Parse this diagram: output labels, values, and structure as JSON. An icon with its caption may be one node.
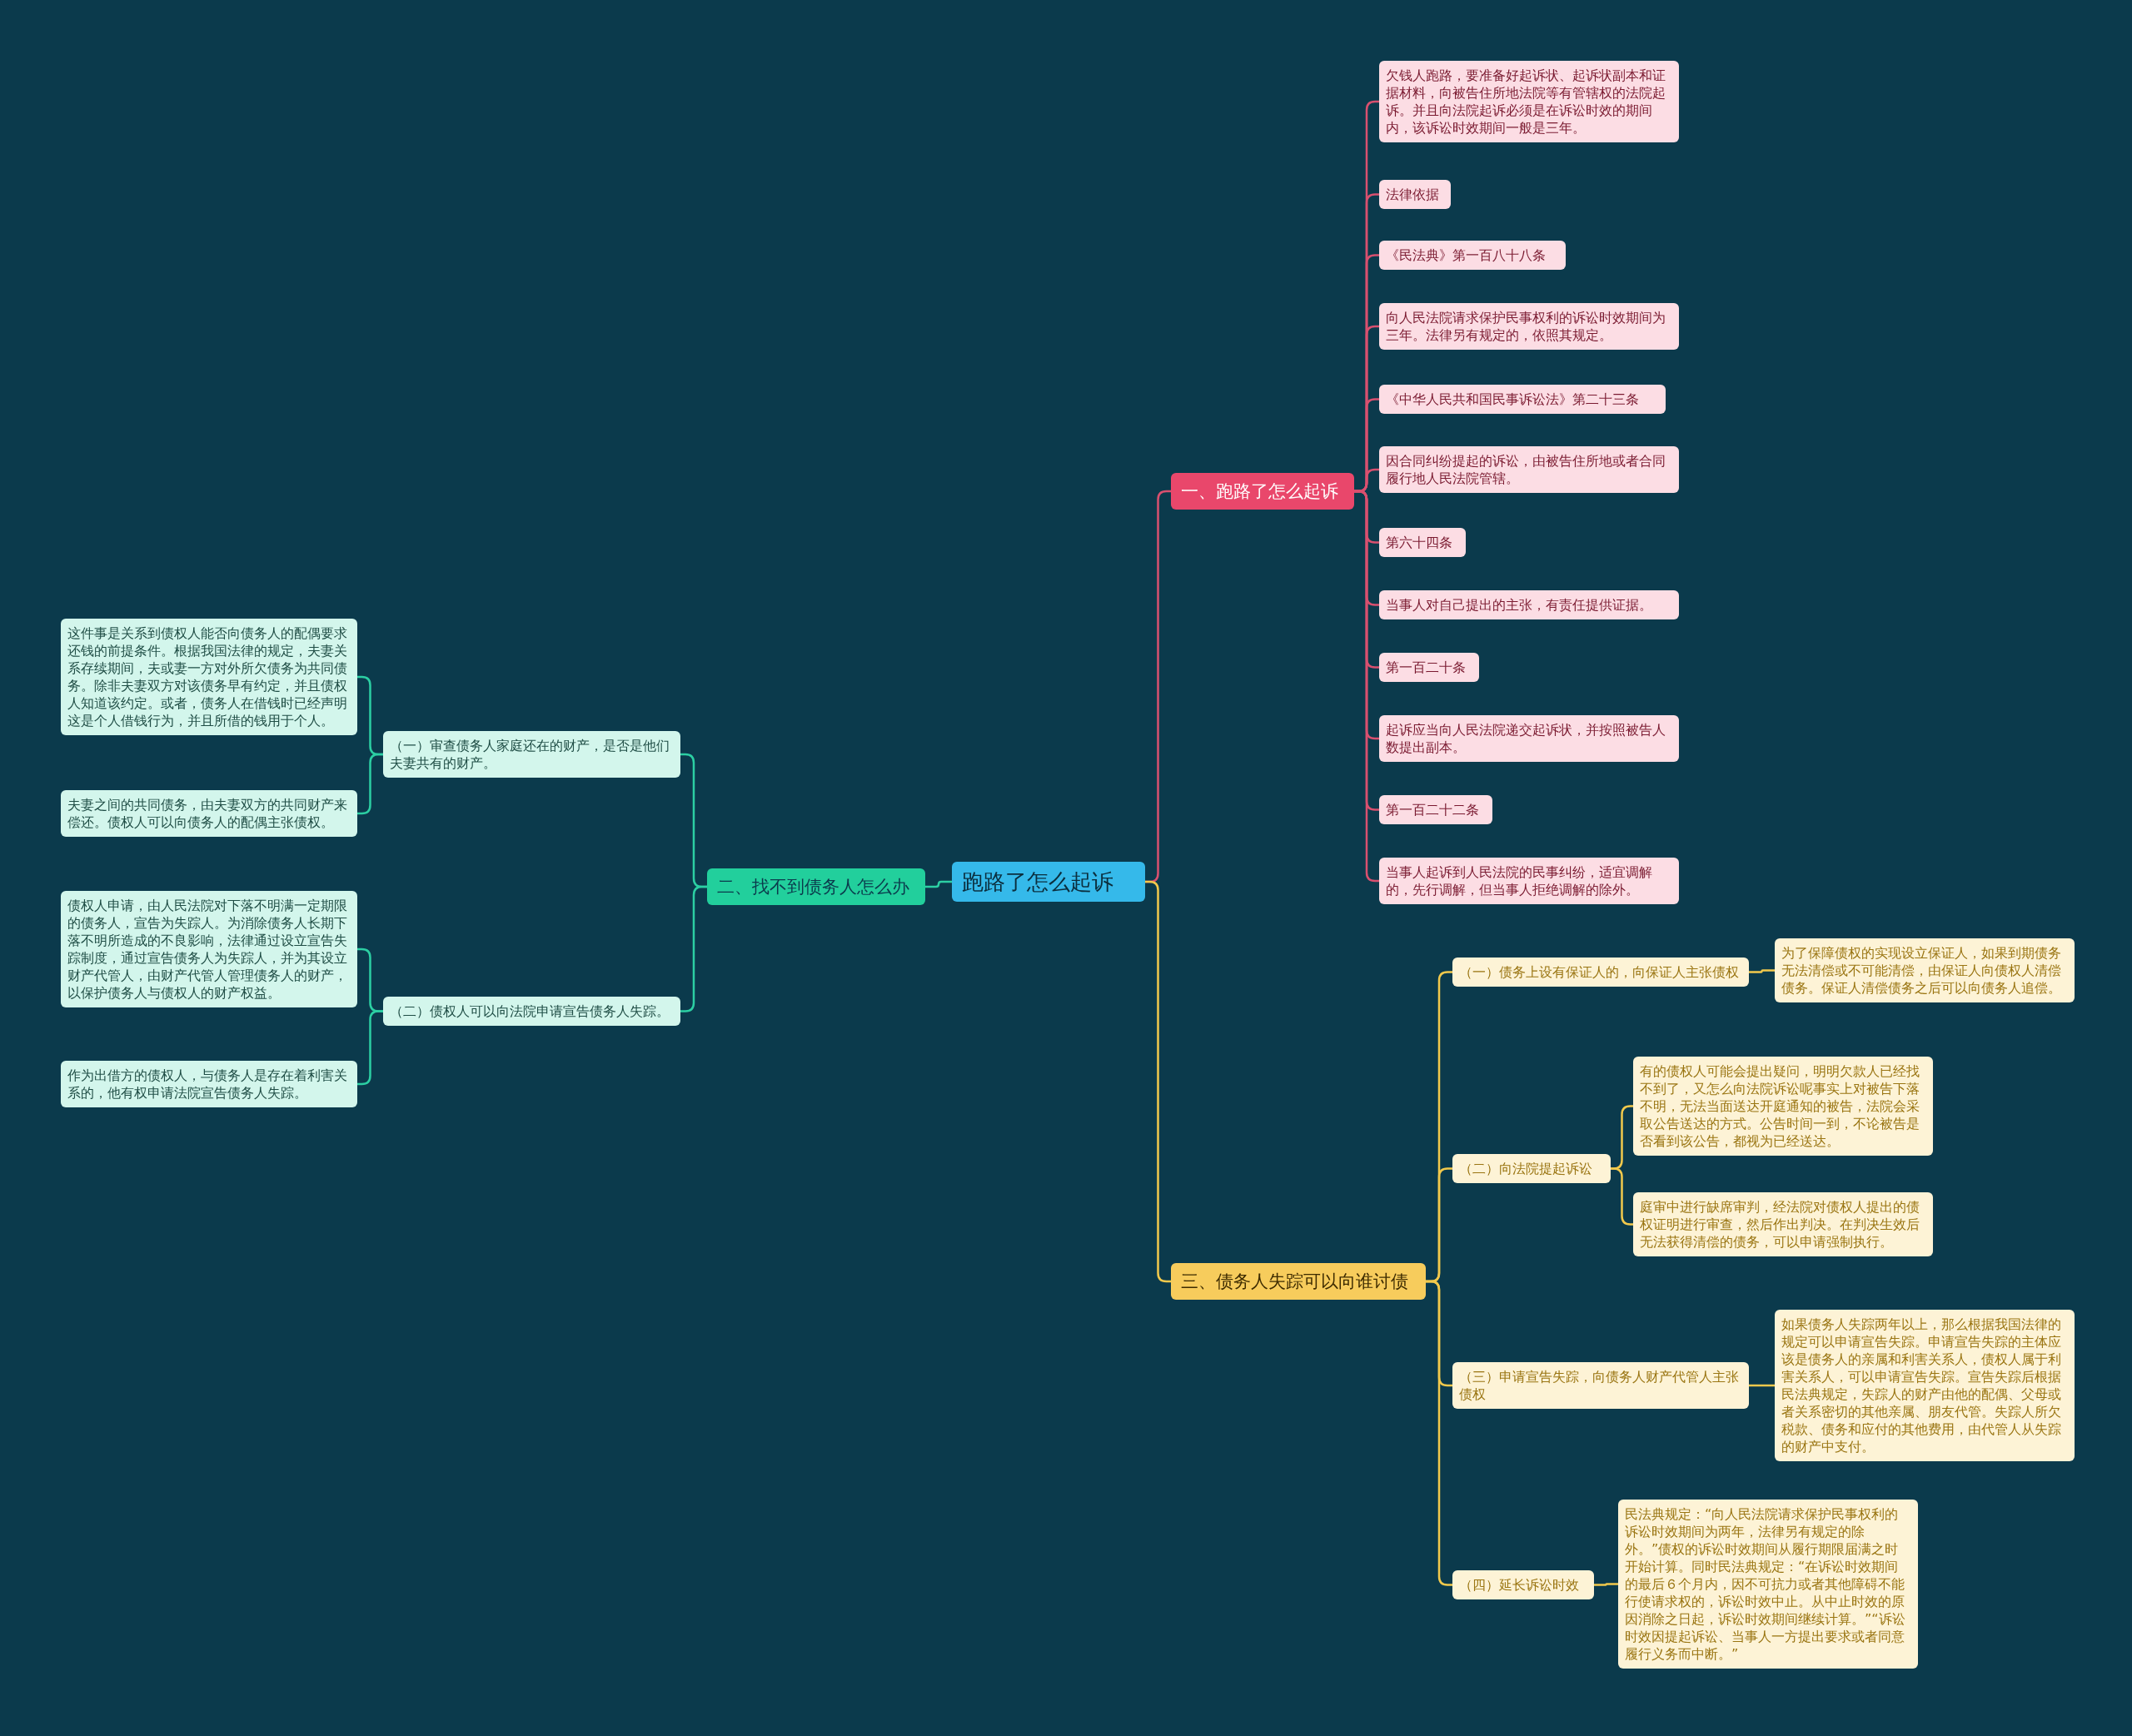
{
  "diagram": {
    "nodes": [
      {
        "text": [
          "跑路了怎么起诉"
        ]
      },
      {
        "text": [
          "一、跑路了怎么起诉"
        ]
      },
      {
        "text": [
          "欠钱人跑路，要准备好起诉状、起诉状副本和证据材料，向被告住所地法院等有管辖权的法院起诉。并且向法院起诉必须是在诉讼时效的期间内，该诉讼时效期间一般是三年。"
        ]
      },
      {
        "text": [
          "法律依据"
        ]
      },
      {
        "text": [
          "《民法典》第一百八十八条"
        ]
      },
      {
        "text": [
          "向人民法院请求保护民事权利的诉讼时效期间为三年。法律另有规定的，依照其规定。"
        ]
      },
      {
        "text": [
          "《中华人民共和国民事诉讼法》第二十三条"
        ]
      },
      {
        "text": [
          "因合同纠纷提起的诉讼，由被告住所地或者合同履行地人民法院管辖。"
        ]
      },
      {
        "text": [
          "第六十四条"
        ]
      },
      {
        "text": [
          "当事人对自己提出的主张，有责任提供证据。"
        ]
      },
      {
        "text": [
          "第一百二十条"
        ]
      },
      {
        "text": [
          "起诉应当向人民法院递交起诉状，并按照被告人数提出副本。"
        ]
      },
      {
        "text": [
          "第一百二十二条"
        ]
      },
      {
        "text": [
          "当事人起诉到人民法院的民事纠纷，适宜调解的，先行调解，但当事人拒绝调解的除外。"
        ]
      },
      {
        "text": [
          "二、找不到债务人怎么办"
        ]
      },
      {
        "text": [
          "（一）审查债务人家庭还在的财产，是否是他们夫妻共有的财产。"
        ]
      },
      {
        "text": [
          "这件事是关系到债权人能否向债务人的配偶要求还钱的前提条件。根据我国法律的规定，夫妻关系存续期间，夫或妻一方对外所欠债务为共同债务。除非夫妻双方对该债务早有约定，并且债权人知道该约定。或者，债务人在借钱时已经声明这是个人借钱行为，并且所借的钱用于个人。"
        ]
      },
      {
        "text": [
          "夫妻之间的共同债务，由夫妻双方的共同财产来偿还。债权人可以向债务人的配偶主张债权。"
        ]
      },
      {
        "text": [
          "（二）债权人可以向法院申请宣告债务人失踪。"
        ]
      },
      {
        "text": [
          "债权人申请，由人民法院对下落不明满一定期限的债务人，宣告为失踪人。为消除债务人长期下落不明所造成的不良影响，法律通过设立宣告失踪制度，通过宣告债务人为失踪人，并为其设立财产代管人，由财产代管人管理债务人的财产，以保护债务人与债权人的财产权益。"
        ]
      },
      {
        "text": [
          "作为出借方的债权人，与债务人是存在着利害关系的，他有权申请法院宣告债务人失踪。"
        ]
      },
      {
        "text": [
          "三、债务人失踪可以向谁讨债"
        ]
      },
      {
        "text": [
          "（一）债务上设有保证人的，向保证人主张债权"
        ]
      },
      {
        "text": [
          "为了保障债权的实现设立保证人，如果到期债务无法清偿或不可能清偿，由保证人向债权人清偿债务。保证人清偿债务之后可以向债务人追偿。"
        ]
      },
      {
        "text": [
          "（二）向法院提起诉讼"
        ]
      },
      {
        "text": [
          "有的债权人可能会提出疑问，明明欠款人已经找不到了，又怎么向法院诉讼呢事实上对被告下落不明，无法当面送达开庭通知的被告，法院会采取公告送达的方式。公告时间一到，不论被告是否看到该公告，都视为已经送达。"
        ]
      },
      {
        "text": [
          "庭审中进行缺席审判，经法院对债权人提出的债权证明进行审查，然后作出判决。在判决生效后无法获得清偿的债务，可以申请强制执行。"
        ]
      },
      {
        "text": [
          "（三）申请宣告失踪，向债务人财产代管人主张债权"
        ]
      },
      {
        "text": [
          "如果债务人失踪两年以上，那么根据我国法律的规定可以申请宣告失踪。申请宣告失踪的主体应该是债务人的亲属和利害关系人，债权人属于利害关系人，可以申请宣告失踪。宣告失踪后根据民法典规定，失踪人的财产由他的配偶、父母或者关系密切的其他亲属、朋友代管。失踪人所欠税款、债务和应付的其他费用，由代管人从失踪的财产中支付。"
        ]
      },
      {
        "text": [
          "（四）延长诉讼时效"
        ]
      },
      {
        "text": [
          "民法典规定：“向人民法院请求保护民事权利的诉讼时效期间为两年，法律另有规定的除外。”债权的诉讼时效期间从履行期限届满之时开始计算。同时民法典规定：“在诉讼时效期间的最后６个月内，因不可抗力或者其他障碍不能行使请求权的，诉讼时效中止。从中止时效的原因消除之日起，诉讼时效期间继续计算。”“诉讼时效因提起诉讼、当事人一方提出要求或者同意履行义务而中断。”"
        ]
      }
    ],
    "edges": [
      {
        "from": 0,
        "to": 1,
        "arrow": "none"
      },
      {
        "from": 0,
        "to": 14,
        "arrow": "none",
        "color": "#2ccfa3"
      },
      {
        "from": 0,
        "to": 21,
        "arrow": "none",
        "color": "#f2c94c"
      },
      {
        "from": 1,
        "to": 2,
        "arrow": "none"
      },
      {
        "from": 1,
        "to": 3,
        "arrow": "none"
      },
      {
        "from": 1,
        "to": 4,
        "arrow": "none"
      },
      {
        "from": 1,
        "to": 5,
        "arrow": "none"
      },
      {
        "from": 1,
        "to": 6,
        "arrow": "none"
      },
      {
        "from": 1,
        "to": 7,
        "arrow": "none"
      },
      {
        "from": 1,
        "to": 8,
        "arrow": "none"
      },
      {
        "from": 1,
        "to": 9,
        "arrow": "none"
      },
      {
        "from": 1,
        "to": 10,
        "arrow": "none"
      },
      {
        "from": 1,
        "to": 11,
        "arrow": "none"
      },
      {
        "from": 1,
        "to": 12,
        "arrow": "none"
      },
      {
        "from": 1,
        "to": 13,
        "arrow": "none"
      },
      {
        "from": 14,
        "to": 15,
        "arrow": "none",
        "color": "#2ccfa3"
      },
      {
        "from": 14,
        "to": 18,
        "arrow": "none",
        "color": "#2ccfa3"
      },
      {
        "from": 15,
        "to": 16,
        "arrow": "none",
        "color": "#2ccfa3"
      },
      {
        "from": 15,
        "to": 17,
        "arrow": "none",
        "color": "#2ccfa3"
      },
      {
        "from": 18,
        "to": 19,
        "arrow": "none",
        "color": "#2ccfa3"
      },
      {
        "from": 18,
        "to": 20,
        "arrow": "none",
        "color": "#2ccfa3"
      },
      {
        "from": 21,
        "to": 22,
        "arrow": "none",
        "color": "#f2c94c"
      },
      {
        "from": 21,
        "to": 24,
        "arrow": "none",
        "color": "#f2c94c"
      },
      {
        "from": 21,
        "to": 27,
        "arrow": "none",
        "color": "#f2c94c"
      },
      {
        "from": 21,
        "to": 29,
        "arrow": "none",
        "color": "#f2c94c"
      },
      {
        "from": 22,
        "to": 23,
        "arrow": "none",
        "color": "#f2c94c"
      },
      {
        "from": 24,
        "to": 25,
        "arrow": "none",
        "color": "#f2c94c"
      },
      {
        "from": 24,
        "to": 26,
        "arrow": "none",
        "color": "#f2c94c"
      },
      {
        "from": 27,
        "to": 28,
        "arrow": "none",
        "color": "#f2c94c"
      },
      {
        "from": 29,
        "to": 30,
        "arrow": "none",
        "color": "#f2c94c"
      }
    ]
  }
}
